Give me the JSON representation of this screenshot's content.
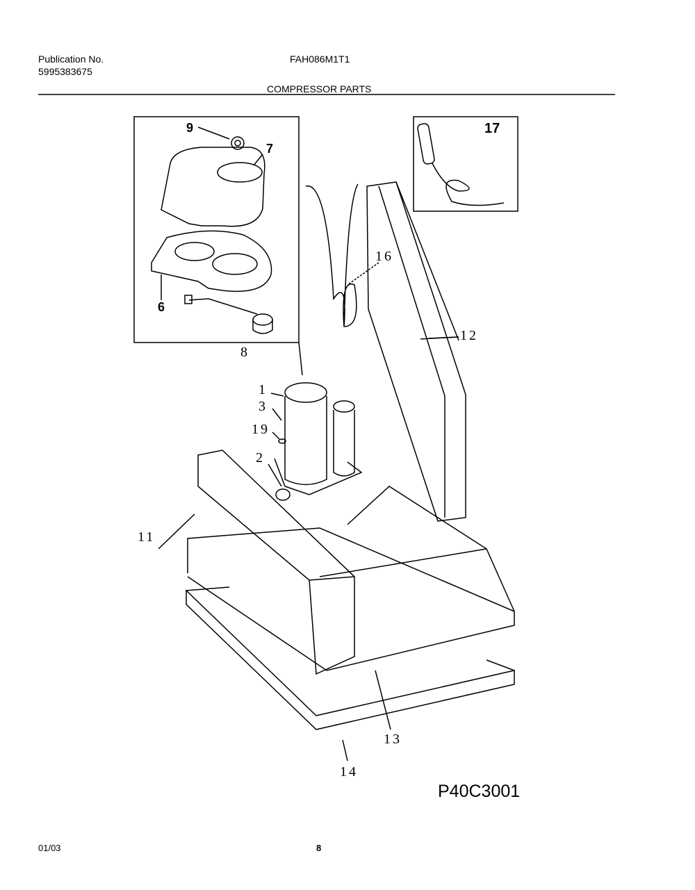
{
  "header": {
    "publication_label": "Publication No.",
    "publication_number": "5995383675",
    "model": "FAH086M1T1",
    "section_title": "COMPRESSOR PARTS"
  },
  "callouts": {
    "c9": "9",
    "c7": "7",
    "c6": "6",
    "c8": "8",
    "c17": "17",
    "c16": "16",
    "c12": "12",
    "c1": "1",
    "c3": "3",
    "c19": "19",
    "c2": "2",
    "c11": "11",
    "c13": "13",
    "c14": "14"
  },
  "diagram_code": "P40C3001",
  "footer": {
    "date": "01/03",
    "page": "8"
  }
}
